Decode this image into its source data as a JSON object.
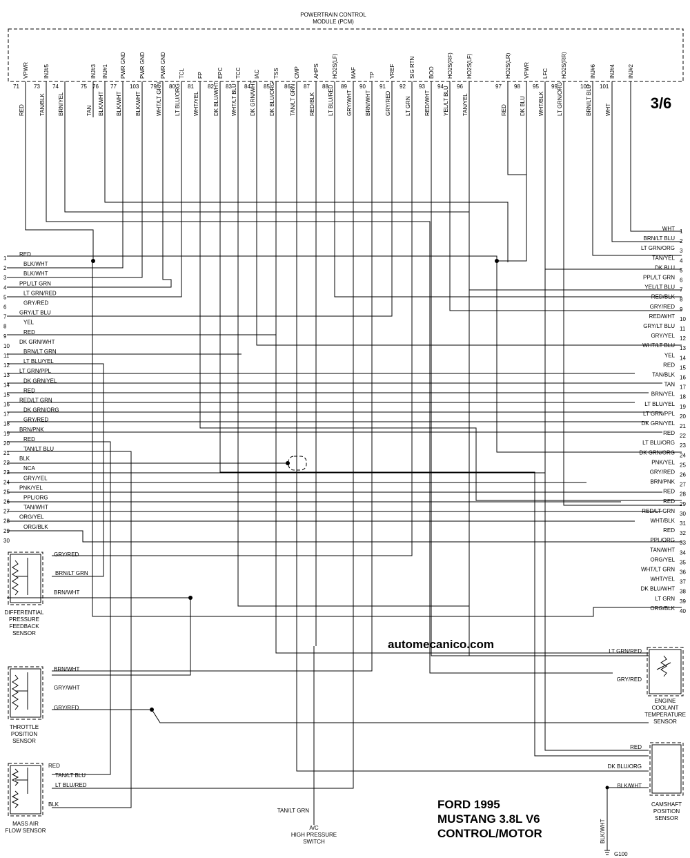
{
  "pcm": {
    "title_line1": "POWERTRAIN CONTROL",
    "title_line2": "MODULE (PCM)",
    "page": "3/6",
    "pins": [
      {
        "pin": "71",
        "func": "VPWR",
        "color": "RED"
      },
      {
        "pin": "73",
        "func": "INJ#5",
        "color": "TAN/BLK"
      },
      {
        "pin": "74",
        "func": "",
        "color": "BRN/YEL"
      },
      {
        "pin": "75",
        "func": "INJ#3",
        "color": "TAN"
      },
      {
        "pin": "76",
        "func": "INJ#1",
        "color": "BLK/WHT"
      },
      {
        "pin": "77",
        "func": "PWR GND",
        "color": "BLK/WHT"
      },
      {
        "pin": "103",
        "func": "PWR GND",
        "color": "BLK/WHT"
      },
      {
        "pin": "79",
        "func": "PWR GND",
        "color": "WHT/LT GRN"
      },
      {
        "pin": "80",
        "func": "TCL",
        "color": "LT BLU/ORG"
      },
      {
        "pin": "81",
        "func": "FP",
        "color": "WHT/YEL"
      },
      {
        "pin": "82",
        "func": "EPC",
        "color": "DK BLU/WHT"
      },
      {
        "pin": "83",
        "func": "TCC",
        "color": "WHT/LT BLU"
      },
      {
        "pin": "84",
        "func": "IAC",
        "color": "DK GRN/WHT"
      },
      {
        "pin": "85",
        "func": "TSS",
        "color": "DK BLU/ORG"
      },
      {
        "pin": "86",
        "func": "CMP",
        "color": "TAN/LT GRN"
      },
      {
        "pin": "87",
        "func": "AHPS",
        "color": "RED/BLK"
      },
      {
        "pin": "88",
        "func": "HO2S(LF)",
        "color": "LT BLU/RED"
      },
      {
        "pin": "89",
        "func": "MAF",
        "color": "GRY/WHT"
      },
      {
        "pin": "90",
        "func": "TP",
        "color": "BRN/WHT"
      },
      {
        "pin": "91",
        "func": "VREF",
        "color": "GRY/RED"
      },
      {
        "pin": "92",
        "func": "SIG RTN",
        "color": "LT GRN"
      },
      {
        "pin": "93",
        "func": "BOO",
        "color": "RED/WHT"
      },
      {
        "pin": "94",
        "func": "HO2S(RF)",
        "color": "YEL/LT BLU"
      },
      {
        "pin": "96",
        "func": "HO2S(LF)",
        "color": "TAN/YEL"
      },
      {
        "pin": "97",
        "func": "HO2S(LR)",
        "color": "RED"
      },
      {
        "pin": "98",
        "func": "VPWR",
        "color": "DK BLU"
      },
      {
        "pin": "95",
        "func": "LFC",
        "color": "WHT/BLK"
      },
      {
        "pin": "99",
        "func": "HO2S(RR)",
        "color": "LT GRN/ORG"
      },
      {
        "pin": "100",
        "func": "INJ#6",
        "color": "BRN/LT BLU"
      },
      {
        "pin": "101",
        "func": "INJ#4",
        "color": "WHT"
      },
      {
        "pin": "",
        "func": "INJ#2",
        "color": ""
      }
    ]
  },
  "left_connector": [
    "RED",
    "BLK/WHT",
    "BLK/WHT",
    "PPL/LT GRN",
    "LT GRN/RED",
    "GRY/RED",
    "GRY/LT BLU",
    "YEL",
    "RED",
    "DK GRN/WHT",
    "BRN/LT GRN",
    "LT BLU/YEL",
    "LT GRN/PPL",
    "DK GRN/YEL",
    "RED",
    "RED/LT GRN",
    "DK GRN/ORG",
    "GRY/RED",
    "BRN/PNK",
    "RED",
    "TAN/LT BLU",
    "BLK",
    "NCA",
    "GRY/YEL",
    "PNK/YEL",
    "PPL/ORG",
    "TAN/WHT",
    "ORG/YEL",
    "ORG/BLK",
    ""
  ],
  "right_connector": [
    "WHT",
    "BRN/LT BLU",
    "LT GRN/ORG",
    "TAN/YEL",
    "DK BLU",
    "PPL/LT GRN",
    "YEL/LT BLU",
    "RED/BLK",
    "GRY/RED",
    "RED/WHT",
    "GRY/LT BLU",
    "GRY/YEL",
    "WHT/LT BLU",
    "YEL",
    "RED",
    "TAN/BLK",
    "TAN",
    "BRN/YEL",
    "LT BLU/YEL",
    "LT GRN/PPL",
    "DK GRN/YEL",
    "RED",
    "LT BLU/ORG",
    "DK GRN/ORG",
    "PNK/YEL",
    "GRY/RED",
    "BRN/PNK",
    "RED",
    "RED",
    "RED/LT GRN",
    "WHT/BLK",
    "RED",
    "PPL/ORG",
    "TAN/WHT",
    "ORG/YEL",
    "WHT/LT GRN",
    "WHT/YEL",
    "DK BLU/WHT",
    "LT GRN",
    "ORG/BLK"
  ],
  "sensors": {
    "dpfe": {
      "name": [
        "DIFFERENTIAL",
        "PRESSURE",
        "FEEDBACK",
        "SENSOR"
      ],
      "wires": [
        "GRY/RED",
        "BRN/LT GRN",
        "BRN/WHT"
      ]
    },
    "tps": {
      "name": [
        "THROTTLE",
        "POSITION",
        "SENSOR"
      ],
      "wires": [
        "BRN/WHT",
        "GRY/WHT",
        "GRY/RED"
      ]
    },
    "maf": {
      "name": [
        "MASS AIR",
        "FLOW SENSOR"
      ],
      "wires": [
        "RED",
        "TAN/LT BLU",
        "LT BLU/RED",
        "BLK"
      ]
    },
    "ect": {
      "name": [
        "ENGINE",
        "COOLANT",
        "TEMPERATURE",
        "SENSOR"
      ],
      "wires": [
        "LT GRN/RED",
        "GRY/RED"
      ]
    },
    "cmp": {
      "name": [
        "CAMSHAFT",
        "POSITION",
        "SENSOR"
      ],
      "wires": [
        "RED",
        "DK BLU/ORG",
        "BLK/WHT"
      ]
    },
    "ahps": {
      "name": [
        "A/C",
        "HIGH PRESSURE",
        "SWITCH"
      ],
      "wire": "TAN/LT GRN"
    }
  },
  "ground": {
    "wire": "BLK/WHT",
    "label": "G100"
  },
  "watermark": "automecanico.com",
  "footer": [
    "FORD 1995",
    "MUSTANG 3.8L  V6",
    "CONTROL/MOTOR"
  ]
}
